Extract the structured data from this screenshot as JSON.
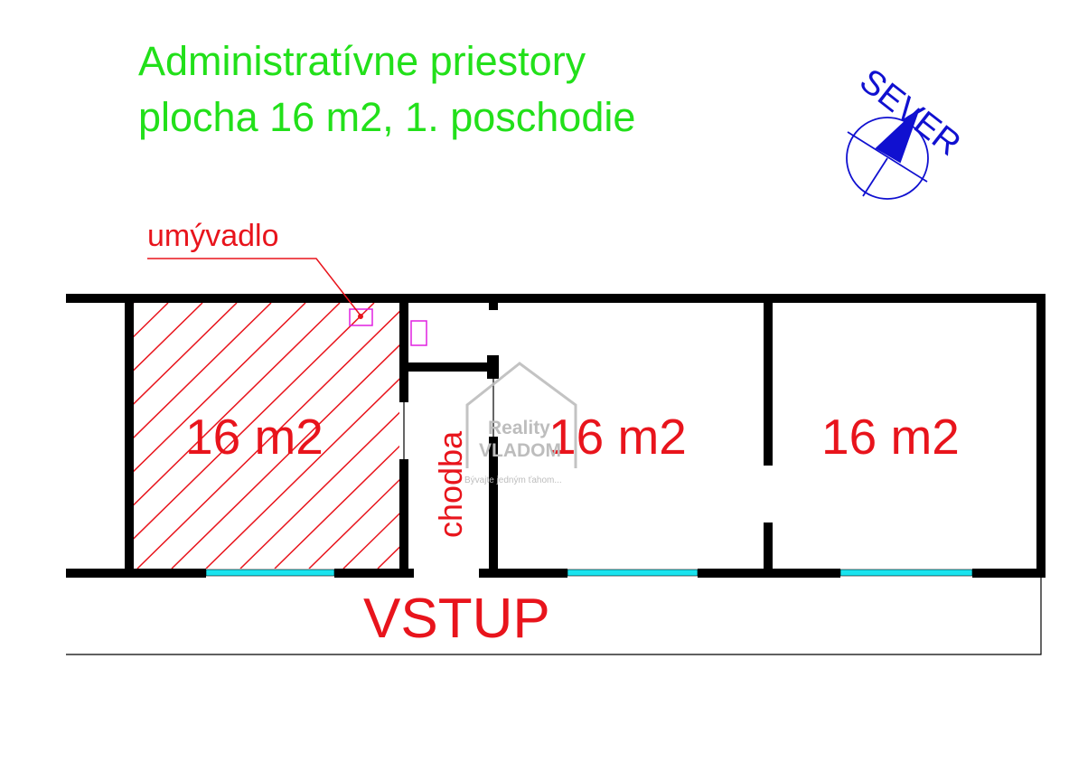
{
  "title": {
    "line1": "Administratívne priestory",
    "line2": "plocha 16 m2, 1. poschodie"
  },
  "compass_label": "SEVER",
  "sink_label": "umývadlo",
  "rooms": [
    {
      "label": "16 m2",
      "leased": true
    },
    {
      "label": "16 m2",
      "leased": false
    },
    {
      "label": "16 m2",
      "leased": false
    }
  ],
  "corridor_label": "chodba",
  "entrance_label": "VSTUP",
  "watermark": {
    "brand1": "Reality",
    "brand2": "VLADOM",
    "slogan": "Bývajte jedným ťahom..."
  },
  "colors": {
    "title": "#22e01a",
    "labels": "#e8141c",
    "compass": "#1010d0",
    "window": "#19e3ee",
    "fixture": "#e020e0",
    "wall": "#000000"
  }
}
